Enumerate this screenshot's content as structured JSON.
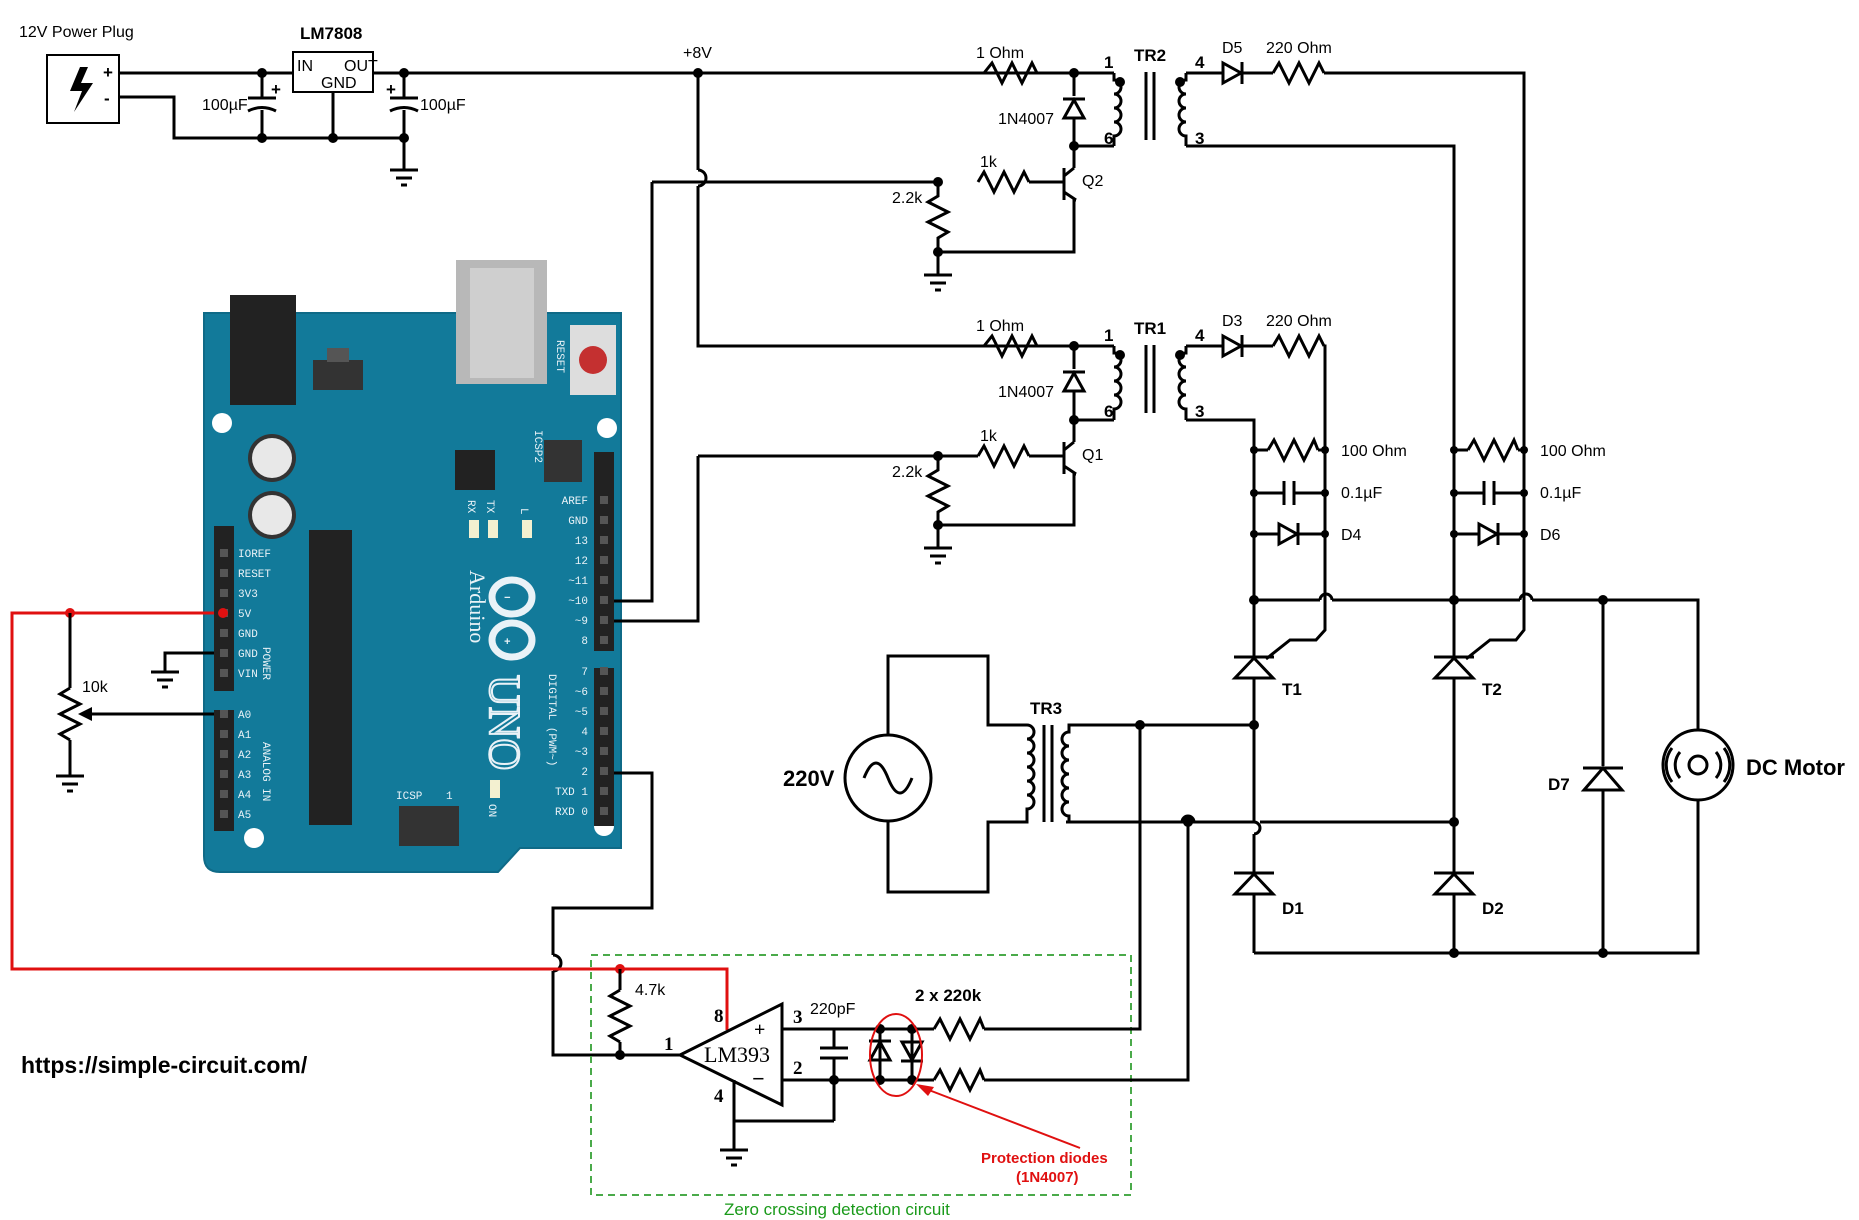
{
  "labels": {
    "power_plug": "12V Power Plug",
    "regulator": "LM7808",
    "reg_in": "IN",
    "reg_out": "OUT",
    "reg_gnd": "GND",
    "cap_in": "100µF",
    "cap_out": "100µF",
    "rail": "+8V",
    "plus": "+",
    "minus": "-",
    "r_1ohm_top": "1 Ohm",
    "r_1ohm_bot": "1 Ohm",
    "tr2": "TR2",
    "tr1": "TR1",
    "tr3": "TR3",
    "d5": "D5",
    "d3": "D3",
    "r220_top": "220 Ohm",
    "r220_bot": "220 Ohm",
    "diode_1n4007_top": "1N4007",
    "diode_1n4007_bot": "1N4007",
    "r1k_top": "1k",
    "r1k_bot": "1k",
    "r2k2_top": "2.2k",
    "r2k2_bot": "2.2k",
    "q2": "Q2",
    "q1": "Q1",
    "pin1": "1",
    "pin3": "3",
    "pin4": "4",
    "pin6": "6",
    "r100_left": "100 Ohm",
    "r100_right": "100 Ohm",
    "c01_left": "0.1µF",
    "c01_right": "0.1µF",
    "d4": "D4",
    "d6": "D6",
    "t1": "T1",
    "t2": "T2",
    "d1": "D1",
    "d2": "D2",
    "d7": "D7",
    "ac_source": "220V",
    "motor": "DC Motor",
    "pot": "10k",
    "r47k": "4.7k",
    "comparator": "LM393",
    "cmp_pin8": "8",
    "cmp_pin1": "1",
    "cmp_pin3": "3",
    "cmp_pin2": "2",
    "cmp_pin4": "4",
    "cmp_plus": "+",
    "cmp_minus": "−",
    "c220p": "220pF",
    "r2x220k": "2 x 220k",
    "prot_diodes": "Protection diodes",
    "prot_diodes_part": "(1N4007)",
    "zc_caption": "Zero crossing detection circuit",
    "url": "https://simple-circuit.com/"
  },
  "arduino": {
    "name": "Arduino",
    "model": "UNO",
    "reset": "RESET",
    "icsp2": "ICSP2",
    "icsp": "ICSP",
    "icsp_pin": "1",
    "rx": "RX",
    "tx": "TX",
    "l": "L",
    "on": "ON",
    "power_header": "POWER",
    "analog_header": "ANALOG IN",
    "digital_header": "DIGITAL (PWM~)",
    "power_pins": [
      "IOREF",
      "RESET",
      "3V3",
      "5V",
      "GND",
      "GND",
      "VIN"
    ],
    "analog_pins": [
      "A0",
      "A1",
      "A2",
      "A3",
      "A4",
      "A5"
    ],
    "digital_top": [
      "AREF",
      "GND",
      "13",
      "12",
      "~11",
      "~10",
      "~9",
      "8"
    ],
    "digital_bot": [
      "7",
      "~6",
      "~5",
      "4",
      "~3",
      "2",
      "TXD 1",
      "RXD 0"
    ]
  },
  "colors": {
    "board": "#127a9a",
    "board_edge": "#0f6a87",
    "wire": "#000000",
    "signal_wire": "#e01010",
    "zc_box": "#4aaa4a",
    "annotation": "#e01010"
  }
}
